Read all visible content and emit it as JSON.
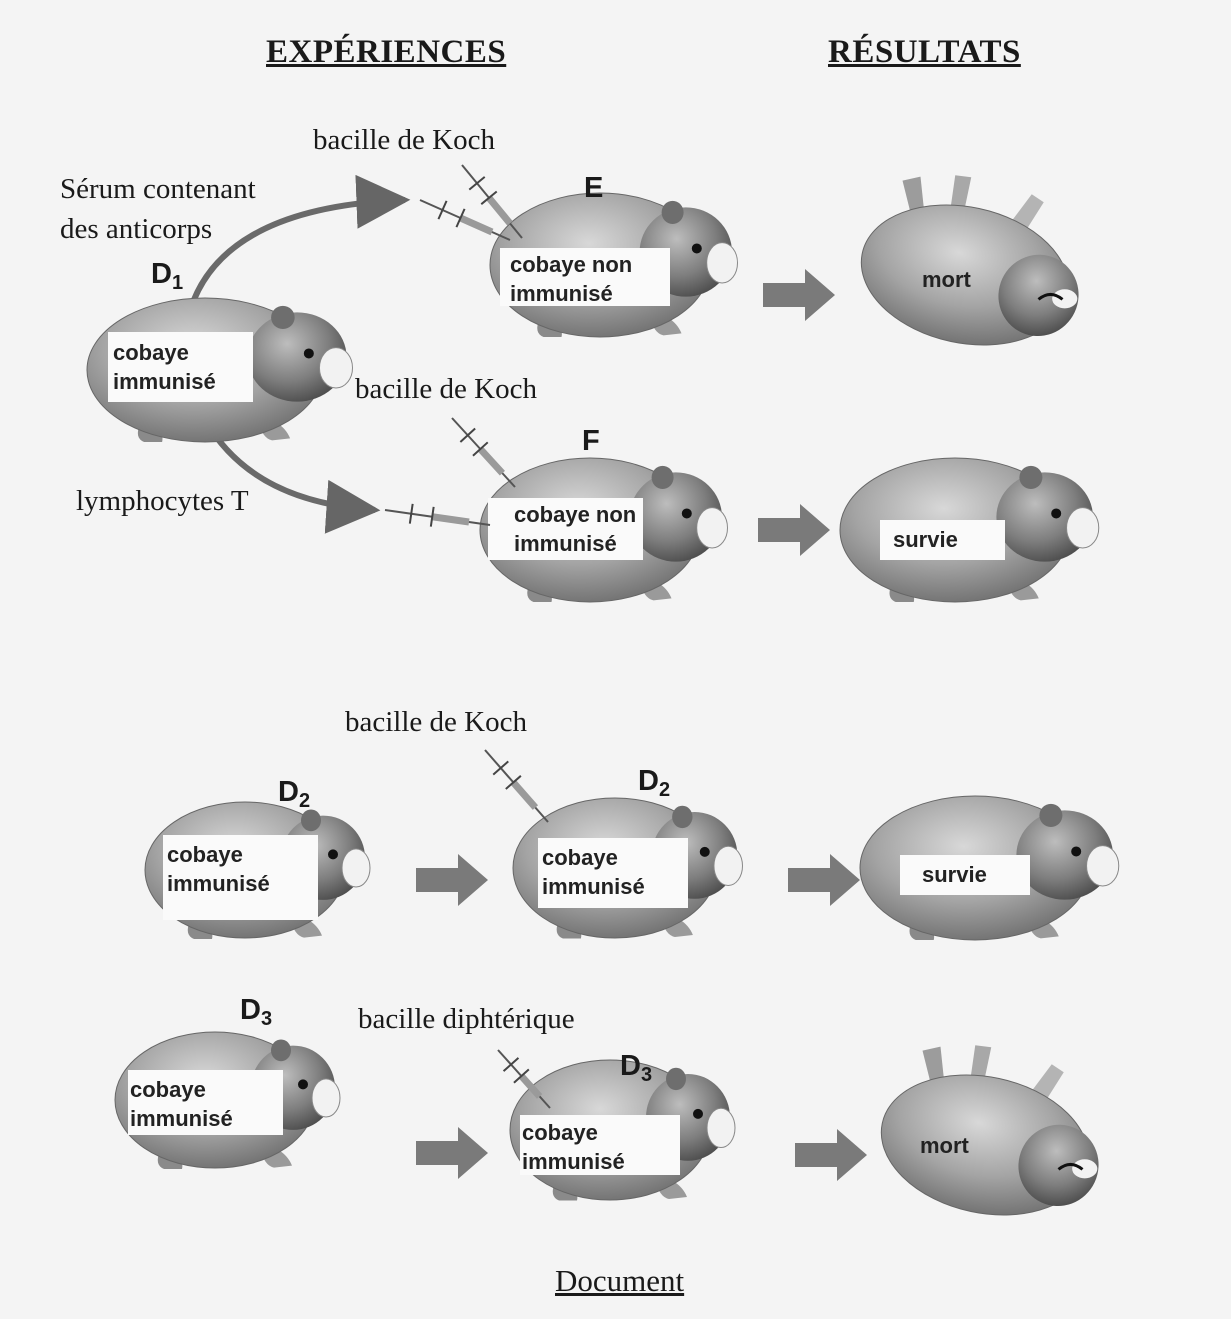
{
  "headings": {
    "experiences": "EXPÉRIENCES",
    "resultats": "RÉSULTATS"
  },
  "injections": {
    "koch_e": "bacille de Koch",
    "koch_f": "bacille de Koch",
    "koch_d2": "bacille de Koch",
    "diphterique_d3": "bacille diphtérique"
  },
  "transfers": {
    "serum_line1": "Sérum contenant",
    "serum_line2": "des anticorps",
    "lymphocytes": "lymphocytes T"
  },
  "codes": {
    "d1_letter": "D",
    "d1_sub": "1",
    "e": "E",
    "f": "F",
    "d2_letter": "D",
    "d2_sub": "2",
    "d3_letter": "D",
    "d3_sub": "3"
  },
  "animals": {
    "donor_d1": [
      "cobaye",
      "immunisé"
    ],
    "recipient_e": [
      "cobaye non",
      "immunisé"
    ],
    "recipient_f": [
      "cobaye non",
      "immunisé"
    ],
    "donor_d2": [
      "cobaye",
      "immunisé"
    ],
    "injected_d2": [
      "cobaye",
      "immunisé"
    ],
    "donor_d3": [
      "cobaye",
      "immunisé"
    ],
    "injected_d3": [
      "cobaye",
      "immunisé"
    ]
  },
  "results": {
    "e": "mort",
    "f": "survie",
    "d2": "survie",
    "d3": "mort"
  },
  "caption": "Document"
}
